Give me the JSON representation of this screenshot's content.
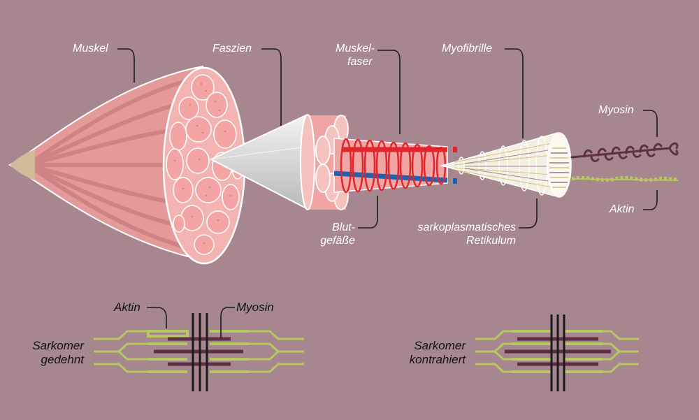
{
  "labels": {
    "muskel": "Muskel",
    "faszien": "Faszien",
    "muskelfaser_1": "Muskel-",
    "muskelfaser_2": "faser",
    "myofibrille": "Myofibrille",
    "myosin": "Myosin",
    "aktin": "Aktin",
    "blut_1": "Blut-",
    "blut_2": "gefäße",
    "sr_1": "sarkoplasmatisches",
    "sr_2": "Retikulum"
  },
  "sarcomere_stretched": {
    "aktin": "Aktin",
    "myosin": "Myosin",
    "title_1": "Sarkomer",
    "title_2": "gedehnt"
  },
  "sarcomere_contracted": {
    "title_1": "Sarkomer",
    "title_2": "kontrahiert"
  },
  "colors": {
    "background": "#a6868f",
    "muscle": "#e59a9a",
    "muscle_stripe": "#c97c7f",
    "fiber": "#f3b6b3",
    "fascia": "#dedede",
    "artery": "#e0262c",
    "vein": "#1e63b0",
    "actin": "#b7c85e",
    "myosin": "#5e3046"
  }
}
